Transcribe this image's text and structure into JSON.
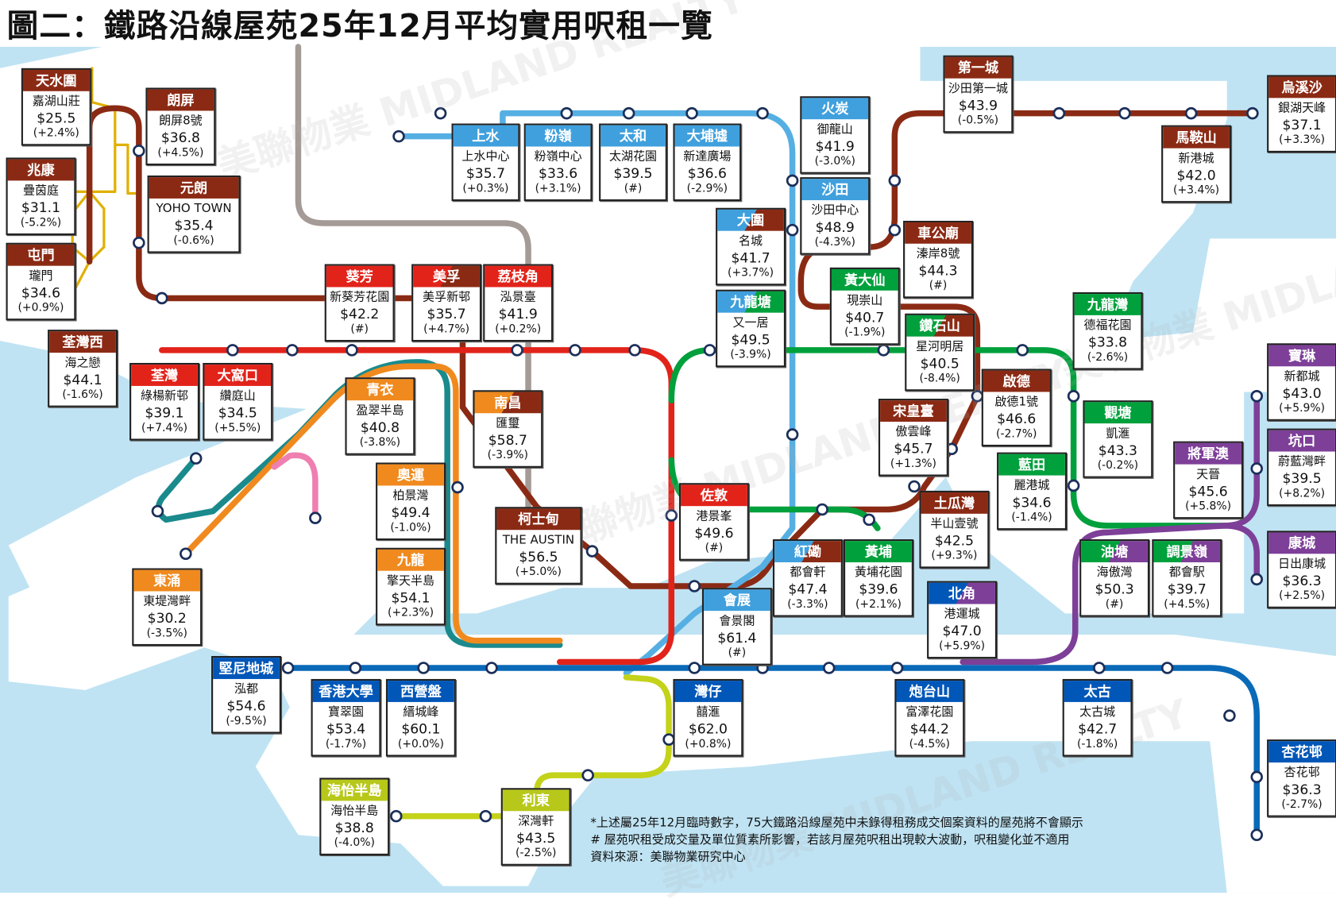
{
  "title": "圖二：鐵路沿線屋苑25年12月平均實用呎租一覽",
  "colors": {
    "water": "#bfe3f3",
    "land": "#ffffff",
    "tuen_ma": "#8b2a14",
    "east_rail": "#56afe2",
    "tsuen_wan": "#e2231a",
    "kwun_tong": "#00a03c",
    "tung_chung": "#f08a1e",
    "airport": "#1a8a8c",
    "island": "#0a6ab8",
    "tko": "#7d3f98",
    "south_island": "#c4d21a",
    "light_rail": "#e0b000",
    "disney": "#ef7fb0",
    "lok_ma_chau": "#a49a96"
  },
  "stations": [
    {
      "station": "天水圍",
      "estate": "嘉湖山莊",
      "rent": "$25.5",
      "change": "(+2.4%)",
      "header": [
        "#8b2a14"
      ]
    },
    {
      "station": "朗屏",
      "estate": "朗屏8號",
      "rent": "$36.8",
      "change": "(+4.5%)",
      "header": [
        "#8b2a14"
      ]
    },
    {
      "station": "兆康",
      "estate": "疊茵庭",
      "rent": "$31.1",
      "change": "(-5.2%)",
      "header": [
        "#8b2a14"
      ]
    },
    {
      "station": "元朗",
      "estate": "YOHO TOWN",
      "rent": "$35.4",
      "change": "(-0.6%)",
      "header": [
        "#8b2a14"
      ]
    },
    {
      "station": "屯門",
      "estate": "瓏門",
      "rent": "$34.6",
      "change": "(+0.9%)",
      "header": [
        "#8b2a14"
      ]
    },
    {
      "station": "荃灣西",
      "estate": "海之戀",
      "rent": "$44.1",
      "change": "(-1.6%)",
      "header": [
        "#8b2a14"
      ]
    },
    {
      "station": "荃灣",
      "estate": "綠楊新邨",
      "rent": "$39.1",
      "change": "(+7.4%)",
      "header": [
        "#e2231a"
      ]
    },
    {
      "station": "大窩口",
      "estate": "纘庭山",
      "rent": "$34.5",
      "change": "(+5.5%)",
      "header": [
        "#e2231a"
      ]
    },
    {
      "station": "葵芳",
      "estate": "新葵芳花園",
      "rent": "$42.2",
      "change": "(#)",
      "header": [
        "#e2231a"
      ]
    },
    {
      "station": "美孚",
      "estate": "美孚新邨",
      "rent": "$35.7",
      "change": "(+4.7%)",
      "header": [
        "#e2231a",
        "#8b2a14"
      ]
    },
    {
      "station": "荔枝角",
      "estate": "泓景臺",
      "rent": "$41.9",
      "change": "(+0.2%)",
      "header": [
        "#e2231a"
      ]
    },
    {
      "station": "青衣",
      "estate": "盈翠半島",
      "rent": "$40.8",
      "change": "(-3.8%)",
      "header": [
        "#f08a1e"
      ]
    },
    {
      "station": "南昌",
      "estate": "匯璽",
      "rent": "$58.7",
      "change": "(-3.9%)",
      "header": [
        "#f08a1e",
        "#8b2a14"
      ]
    },
    {
      "station": "奧運",
      "estate": "柏景灣",
      "rent": "$49.4",
      "change": "(-1.0%)",
      "header": [
        "#f08a1e"
      ]
    },
    {
      "station": "柯士甸",
      "estate": "THE AUSTIN",
      "rent": "$56.5",
      "change": "(+5.0%)",
      "header": [
        "#8b2a14"
      ]
    },
    {
      "station": "九龍",
      "estate": "擎天半島",
      "rent": "$54.1",
      "change": "(+2.3%)",
      "header": [
        "#f08a1e"
      ]
    },
    {
      "station": "東涌",
      "estate": "東堤灣畔",
      "rent": "$30.2",
      "change": "(-3.5%)",
      "header": [
        "#f08a1e"
      ]
    },
    {
      "station": "上水",
      "estate": "上水中心",
      "rent": "$35.7",
      "change": "(+0.3%)",
      "header": [
        "#3fa0dd"
      ]
    },
    {
      "station": "粉嶺",
      "estate": "粉嶺中心",
      "rent": "$33.6",
      "change": "(+3.1%)",
      "header": [
        "#3fa0dd"
      ]
    },
    {
      "station": "太和",
      "estate": "太湖花園",
      "rent": "$39.5",
      "change": "(#)",
      "header": [
        "#3fa0dd"
      ]
    },
    {
      "station": "大埔墟",
      "estate": "新達廣場",
      "rent": "$36.6",
      "change": "(-2.9%)",
      "header": [
        "#3fa0dd"
      ]
    },
    {
      "station": "火炭",
      "estate": "御龍山",
      "rent": "$41.9",
      "change": "(-3.0%)",
      "header": [
        "#3fa0dd"
      ]
    },
    {
      "station": "沙田",
      "estate": "沙田中心",
      "rent": "$48.9",
      "change": "(-4.3%)",
      "header": [
        "#3fa0dd"
      ]
    },
    {
      "station": "第一城",
      "estate": "沙田第一城",
      "rent": "$43.9",
      "change": "(-0.5%)",
      "header": [
        "#8b2a14"
      ]
    },
    {
      "station": "烏溪沙",
      "estate": "銀湖天峰",
      "rent": "$37.1",
      "change": "(+3.3%)",
      "header": [
        "#8b2a14"
      ]
    },
    {
      "station": "馬鞍山",
      "estate": "新港城",
      "rent": "$42.0",
      "change": "(+3.4%)",
      "header": [
        "#8b2a14"
      ]
    },
    {
      "station": "大圍",
      "estate": "名城",
      "rent": "$41.7",
      "change": "(+3.7%)",
      "header": [
        "#3fa0dd",
        "#8b2a14"
      ]
    },
    {
      "station": "車公廟",
      "estate": "溱岸8號",
      "rent": "$44.3",
      "change": "(#)",
      "header": [
        "#8b2a14"
      ]
    },
    {
      "station": "黃大仙",
      "estate": "現崇山",
      "rent": "$40.7",
      "change": "(-1.9%)",
      "header": [
        "#00a03c"
      ]
    },
    {
      "station": "九龍塘",
      "estate": "又一居",
      "rent": "$49.5",
      "change": "(-3.9%)",
      "header": [
        "#3fa0dd",
        "#00a03c"
      ]
    },
    {
      "station": "鑽石山",
      "estate": "星河明居",
      "rent": "$40.5",
      "change": "(-8.4%)",
      "header": [
        "#00a03c",
        "#8b2a14"
      ]
    },
    {
      "station": "九龍灣",
      "estate": "德福花園",
      "rent": "$33.8",
      "change": "(-2.6%)",
      "header": [
        "#00a03c"
      ]
    },
    {
      "station": "啟德",
      "estate": "啟德1號",
      "rent": "$46.6",
      "change": "(-2.7%)",
      "header": [
        "#8b2a14"
      ]
    },
    {
      "station": "宋皇臺",
      "estate": "傲雲峰",
      "rent": "$45.7",
      "change": "(+1.3%)",
      "header": [
        "#8b2a14"
      ]
    },
    {
      "station": "觀塘",
      "estate": "凱滙",
      "rent": "$43.3",
      "change": "(-0.2%)",
      "header": [
        "#00a03c"
      ]
    },
    {
      "station": "藍田",
      "estate": "麗港城",
      "rent": "$34.6",
      "change": "(-1.4%)",
      "header": [
        "#00a03c"
      ]
    },
    {
      "station": "土瓜灣",
      "estate": "半山壹號",
      "rent": "$42.5",
      "change": "(+9.3%)",
      "header": [
        "#8b2a14"
      ]
    },
    {
      "station": "佐敦",
      "estate": "港景峯",
      "rent": "$49.6",
      "change": "(#)",
      "header": [
        "#e2231a"
      ]
    },
    {
      "station": "紅磡",
      "estate": "都會軒",
      "rent": "$47.4",
      "change": "(-3.3%)",
      "header": [
        "#3fa0dd",
        "#8b2a14"
      ]
    },
    {
      "station": "黃埔",
      "estate": "黃埔花園",
      "rent": "$39.6",
      "change": "(+2.1%)",
      "header": [
        "#00a03c"
      ]
    },
    {
      "station": "會展",
      "estate": "會景閣",
      "rent": "$61.4",
      "change": "(#)",
      "header": [
        "#3fa0dd"
      ]
    },
    {
      "station": "北角",
      "estate": "港運城",
      "rent": "$47.0",
      "change": "(+5.9%)",
      "header": [
        "#0057b8",
        "#7d3f98"
      ]
    },
    {
      "station": "寶琳",
      "estate": "新都城",
      "rent": "$43.0",
      "change": "(+5.9%)",
      "header": [
        "#7d3f98"
      ]
    },
    {
      "station": "將軍澳",
      "estate": "天晉",
      "rent": "$45.6",
      "change": "(+5.8%)",
      "header": [
        "#7d3f98"
      ]
    },
    {
      "station": "坑口",
      "estate": "蔚藍灣畔",
      "rent": "$39.5",
      "change": "(+8.2%)",
      "header": [
        "#7d3f98"
      ]
    },
    {
      "station": "康城",
      "estate": "日出康城",
      "rent": "$36.3",
      "change": "(+2.5%)",
      "header": [
        "#7d3f98"
      ]
    },
    {
      "station": "油塘",
      "estate": "海傲灣",
      "rent": "$50.3",
      "change": "(#)",
      "header": [
        "#00a03c",
        "#7d3f98"
      ]
    },
    {
      "station": "調景嶺",
      "estate": "都會駅",
      "rent": "$39.7",
      "change": "(+4.5%)",
      "header": [
        "#00a03c",
        "#7d3f98"
      ]
    },
    {
      "station": "堅尼地城",
      "estate": "泓都",
      "rent": "$54.6",
      "change": "(-9.5%)",
      "header": [
        "#0057b8"
      ]
    },
    {
      "station": "香港大學",
      "estate": "寶翠園",
      "rent": "$53.4",
      "change": "(-1.7%)",
      "header": [
        "#0057b8"
      ]
    },
    {
      "station": "西營盤",
      "estate": "縉城峰",
      "rent": "$60.1",
      "change": "(+0.0%)",
      "header": [
        "#0057b8"
      ]
    },
    {
      "station": "灣仔",
      "estate": "囍滙",
      "rent": "$62.0",
      "change": "(+0.8%)",
      "header": [
        "#0057b8"
      ]
    },
    {
      "station": "炮台山",
      "estate": "富澤花園",
      "rent": "$44.2",
      "change": "(-4.5%)",
      "header": [
        "#0057b8"
      ]
    },
    {
      "station": "太古",
      "estate": "太古城",
      "rent": "$42.7",
      "change": "(-1.8%)",
      "header": [
        "#0057b8"
      ]
    },
    {
      "station": "杏花邨",
      "estate": "杏花邨",
      "rent": "$36.3",
      "change": "(-2.7%)",
      "header": [
        "#0057b8"
      ]
    },
    {
      "station": "海怡半島",
      "estate": "海怡半島",
      "rent": "$38.8",
      "change": "(-4.0%)",
      "header": [
        "#b8c81a"
      ]
    },
    {
      "station": "利東",
      "estate": "深灣軒",
      "rent": "$43.5",
      "change": "(-2.5%)",
      "header": [
        "#b8c81a"
      ]
    }
  ],
  "notes": [
    "*上述屬25年12月臨時數字，75大鐵路沿線屋苑中未錄得租務成交個案資料的屋苑將不會顯示",
    "# 屋苑呎租受成交量及單位質素所影響，若該月屋苑呎租出現較大波動，呎租變化並不適用",
    "資料來源：美聯物業研究中心"
  ],
  "watermark": "美聯物業 MIDLAND REALTY"
}
